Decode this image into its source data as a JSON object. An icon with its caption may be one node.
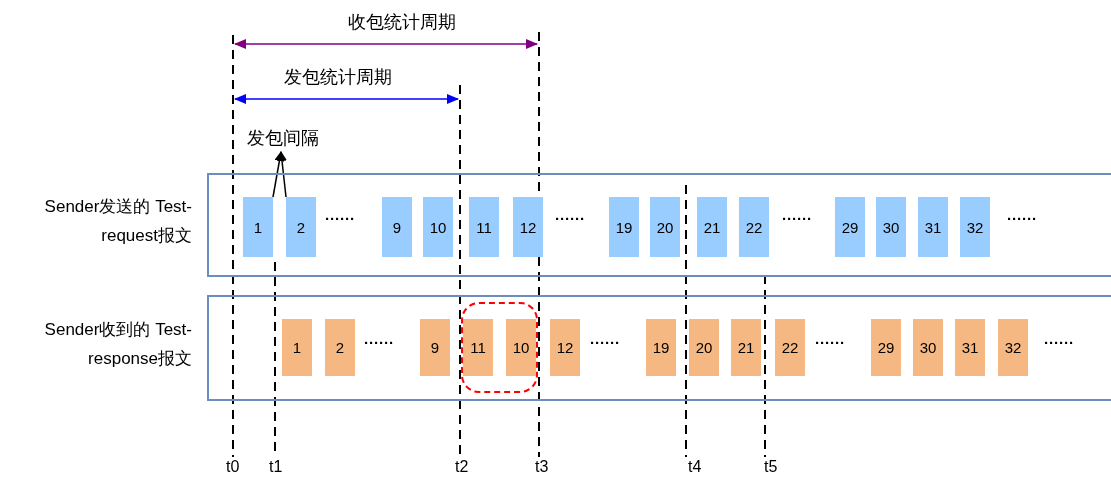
{
  "diagram": {
    "nodes": [
      {
        "text": [
          "发包间隔"
        ]
      },
      {
        "text": [
          "Sender发送的 Test-request报文"
        ]
      },
      {
        "text": [
          "1"
        ],
        "in": 1
      },
      {
        "text": [
          "2"
        ],
        "in": 1
      },
      {
        "text": [
          "9"
        ],
        "in": 1
      },
      {
        "text": [
          "10"
        ],
        "in": 1
      },
      {
        "text": [
          "11"
        ],
        "in": 1
      },
      {
        "text": [
          "12"
        ],
        "in": 1
      },
      {
        "text": [
          "19"
        ],
        "in": 1
      },
      {
        "text": [
          "20"
        ],
        "in": 1
      },
      {
        "text": [
          "21"
        ],
        "in": 1
      },
      {
        "text": [
          "22"
        ],
        "in": 1
      },
      {
        "text": [
          "29"
        ],
        "in": 1
      },
      {
        "text": [
          "30"
        ],
        "in": 1
      },
      {
        "text": [
          "31"
        ],
        "in": 1
      },
      {
        "text": [
          "32"
        ],
        "in": 1
      },
      {
        "text": [
          "Sender收到的 Test-response报文"
        ]
      },
      {
        "text": [],
        "shape": "box",
        "in": 16
      },
      {
        "text": [
          "1"
        ],
        "in": 16
      },
      {
        "text": [
          "2"
        ],
        "in": 16
      },
      {
        "text": [
          "9"
        ],
        "in": 16
      },
      {
        "text": [
          "11"
        ],
        "in": 17
      },
      {
        "text": [
          "10"
        ],
        "in": 17
      },
      {
        "text": [
          "12"
        ],
        "in": 16
      },
      {
        "text": [
          "19"
        ],
        "in": 16
      },
      {
        "text": [
          "20"
        ],
        "in": 16
      },
      {
        "text": [
          "21"
        ],
        "in": 16
      },
      {
        "text": [
          "22"
        ],
        "in": 16
      },
      {
        "text": [
          "29"
        ],
        "in": 16
      },
      {
        "text": [
          "30"
        ],
        "in": 16
      },
      {
        "text": [
          "31"
        ],
        "in": 16
      },
      {
        "text": [
          "32"
        ],
        "in": 16
      }
    ],
    "edges": [
      {
        "from": 2,
        "to": 0,
        "arrow": "to"
      },
      {
        "from": 3,
        "to": 0,
        "arrow": "to"
      }
    ],
    "labels": [
      "收包统计周期",
      "发包统计周期",
      "······",
      "······",
      "······",
      "······",
      "······",
      "······",
      "······",
      "······",
      "t0",
      "t1",
      "t2",
      "t3",
      "t4",
      "t5"
    ]
  }
}
